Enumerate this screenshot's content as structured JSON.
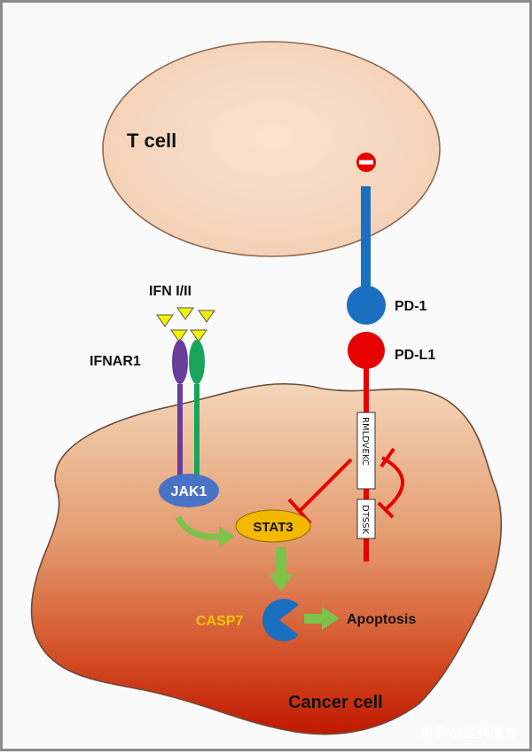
{
  "labels": {
    "t_cell": "T cell",
    "pd1": "PD-1",
    "pdl1": "PD-L1",
    "ifn": "IFN I/II",
    "ifnar1": "IFNAR1",
    "jak1": "JAK1",
    "stat3": "STAT3",
    "casp7": "CASP7",
    "apoptosis": "Apoptosis",
    "cancer_cell": "Cancer cell",
    "seq_rmldvekc": "RMLDVEKC",
    "seq_dtssk": "DTSSK",
    "minus": "−"
  },
  "watermark": "知乎 @医药魔方",
  "colors": {
    "t_cell_fill": "#f8d8c0",
    "t_cell_stroke": "#8a6a55",
    "pd1": "#1b6fc0",
    "pdl1": "#e60000",
    "ifnar_purple": "#6a3d9a",
    "ifnar_green": "#1aa35a",
    "ifn_triangle": "#f2f200",
    "jak1": "#4a72c4",
    "stat3": "#f5b800",
    "casp7_text": "#f0c400",
    "arrow_green": "#7dc24a",
    "cancer_top": "#f2cfae",
    "cancer_bottom": "#c01800"
  }
}
